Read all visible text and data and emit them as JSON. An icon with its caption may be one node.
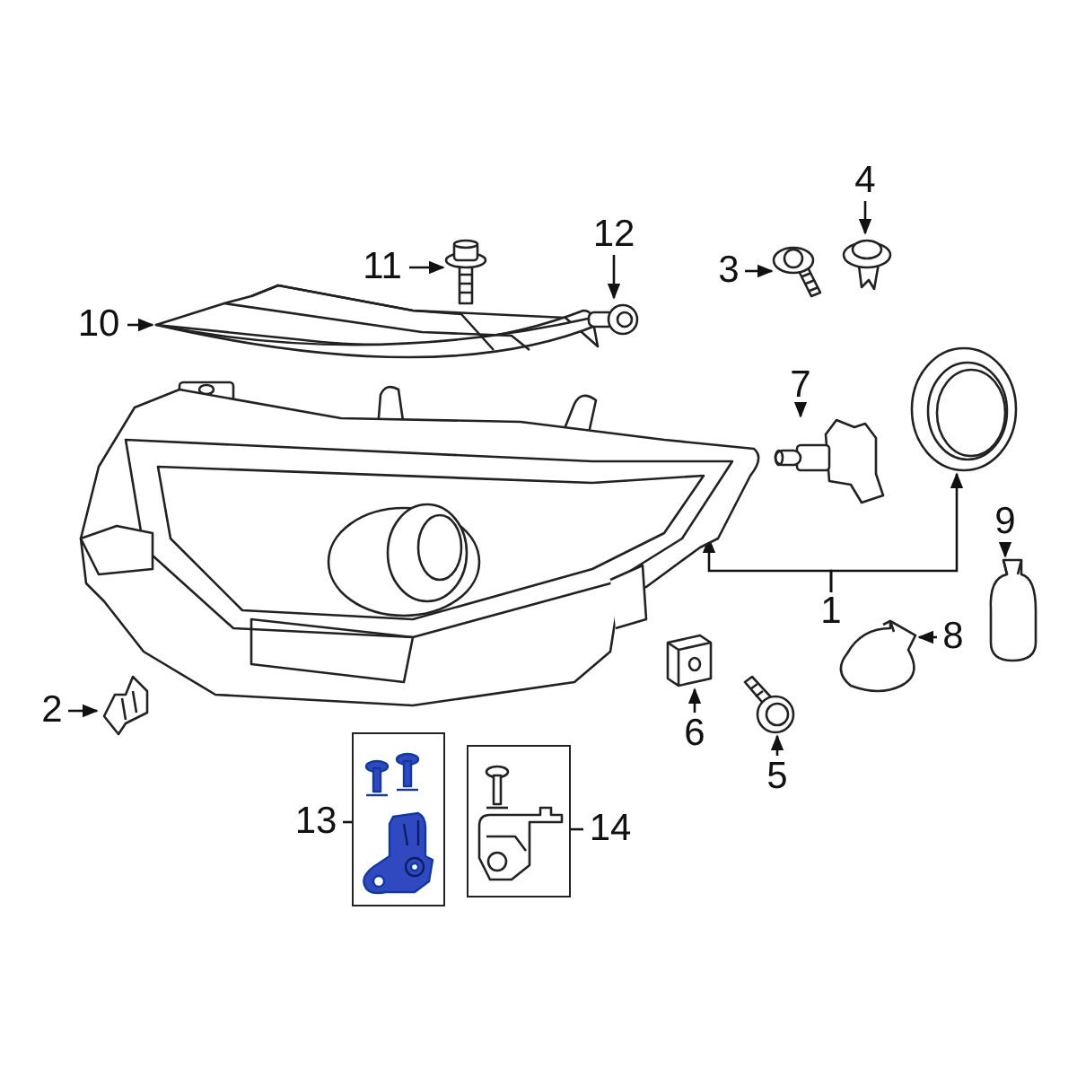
{
  "diagram": {
    "nodes": [
      {
        "text": [
          "10"
        ]
      },
      {
        "text": [],
        "shape": "picture"
      },
      {
        "text": [
          "11"
        ]
      },
      {
        "text": [],
        "shape": "picture"
      },
      {
        "text": [
          "12"
        ]
      },
      {
        "text": [],
        "shape": "picture"
      },
      {
        "text": [
          "3"
        ]
      },
      {
        "text": [],
        "shape": "picture"
      },
      {
        "text": [
          "4"
        ]
      },
      {
        "text": [],
        "shape": "picture"
      },
      {
        "text": [],
        "shape": "picture"
      },
      {
        "text": [
          "7"
        ]
      },
      {
        "text": [],
        "shape": "picture"
      },
      {
        "text": [],
        "shape": "picture"
      },
      {
        "text": [
          "9"
        ]
      },
      {
        "text": [],
        "shape": "picture"
      },
      {
        "text": [
          "1"
        ]
      },
      {
        "text": [
          "8"
        ]
      },
      {
        "text": [],
        "shape": "picture"
      },
      {
        "text": [
          "2"
        ]
      },
      {
        "text": [],
        "shape": "picture"
      },
      {
        "text": [
          "6"
        ]
      },
      {
        "text": [],
        "shape": "picture"
      },
      {
        "text": [
          "5"
        ]
      },
      {
        "text": [],
        "shape": "picture"
      },
      {
        "text": [
          "13"
        ]
      },
      {
        "text": [],
        "shape": "box"
      },
      {
        "text": [
          "14"
        ]
      },
      {
        "text": [],
        "shape": "box"
      }
    ],
    "edges": [
      {
        "from": 0,
        "to": 1,
        "arrow": "to"
      },
      {
        "from": 2,
        "to": 3,
        "arrow": "to"
      },
      {
        "from": 4,
        "to": 5,
        "arrow": "to"
      },
      {
        "from": 6,
        "to": 7,
        "arrow": "to"
      },
      {
        "from": 8,
        "to": 9,
        "arrow": "to"
      },
      {
        "from": 11,
        "to": 12,
        "arrow": "to"
      },
      {
        "from": 14,
        "to": 15,
        "arrow": "to"
      },
      {
        "from": 16,
        "to": 10,
        "arrow": "to"
      },
      {
        "from": 16,
        "to": 13,
        "arrow": "to"
      },
      {
        "from": 17,
        "to": 18,
        "arrow": "to"
      },
      {
        "from": 19,
        "to": 20,
        "arrow": "to"
      },
      {
        "from": 21,
        "to": 22,
        "arrow": "to"
      },
      {
        "from": 23,
        "to": 24,
        "arrow": "to"
      },
      {
        "from": 25,
        "to": 26,
        "arrow": "none"
      },
      {
        "from": 27,
        "to": 28,
        "arrow": "none"
      }
    ]
  }
}
